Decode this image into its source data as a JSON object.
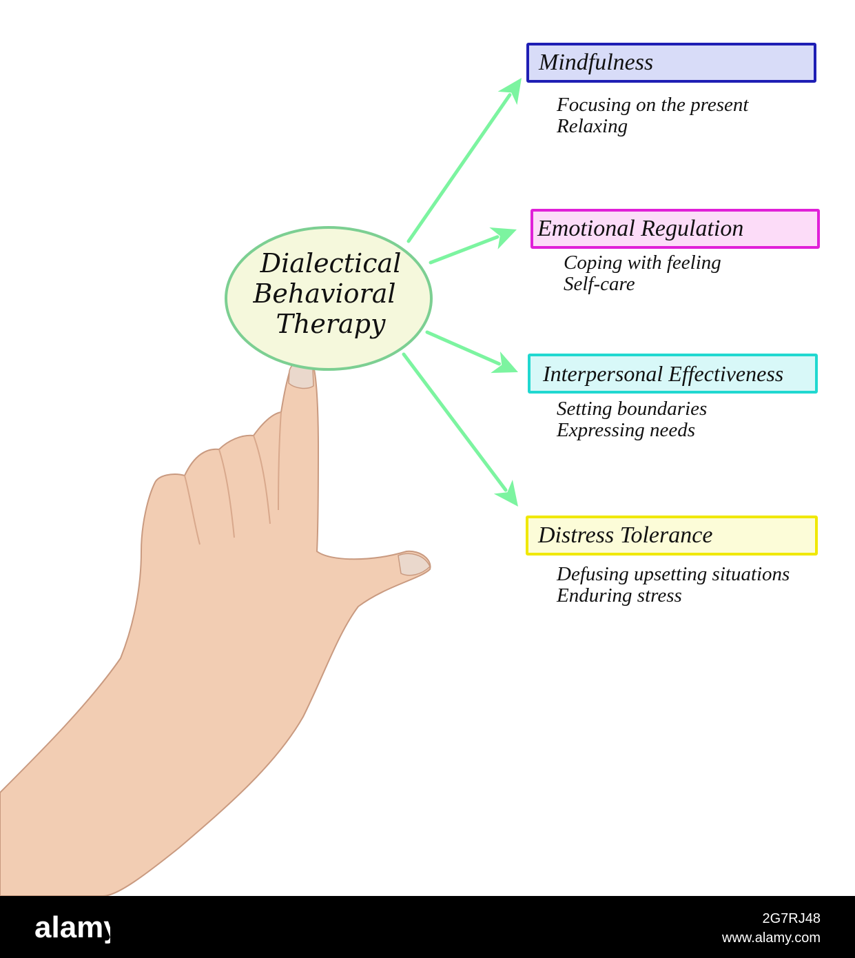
{
  "center": {
    "lines": [
      "Dialectical",
      "Behavioral",
      "Therapy"
    ]
  },
  "categories": [
    {
      "title": "Mindfulness",
      "items": [
        "Focusing on the present",
        "Relaxing"
      ],
      "border_color": "#1e1eb4",
      "fill_color": "#d8dcf8"
    },
    {
      "title": "Emotional Regulation",
      "items": [
        "Coping with feeling",
        "Self-care"
      ],
      "border_color": "#e020d8",
      "fill_color": "#fcdcf8"
    },
    {
      "title": "Interpersonal Effectiveness",
      "items": [
        "Setting boundaries",
        "Expressing needs"
      ],
      "border_color": "#20d8d0",
      "fill_color": "#d8f8f8"
    },
    {
      "title": "Distress Tolerance",
      "items": [
        "Defusing upsetting situations",
        "Enduring stress"
      ],
      "border_color": "#f0e800",
      "fill_color": "#fcfcd8"
    }
  ],
  "colors": {
    "ellipse_fill": "#f5f8dc",
    "ellipse_stroke": "#7ccf92",
    "arrow": "#7cf4a0",
    "watermark_bg": "#000000"
  },
  "watermark": {
    "logo": "alamy",
    "image_id": "2G7RJ48",
    "site": "www.alamy.com"
  }
}
